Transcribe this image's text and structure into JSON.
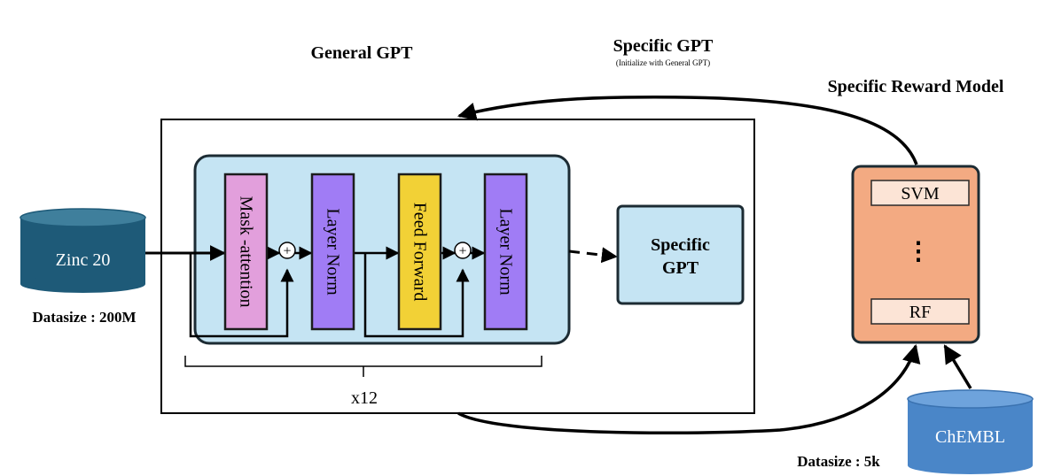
{
  "headings": {
    "general_gpt": "General GPT",
    "specific_gpt": "Specific GPT",
    "specific_gpt_note": "(Initialize with General GPT)",
    "reward_model": "Specific Reward Model"
  },
  "zinc": {
    "label": "Zinc 20",
    "datasize": "Datasize : 200M"
  },
  "transformer": {
    "blocks": [
      "Mask -attention",
      "Layer Norm",
      "Feed Forward",
      "Layer Norm"
    ],
    "add_symbol": "+",
    "repeat": "x12"
  },
  "specific_gpt_box": {
    "line1": "Specific",
    "line2": "GPT"
  },
  "reward": {
    "svm": "SVM",
    "ellipsis": "⋮",
    "rf": "RF"
  },
  "chembl": {
    "label": "ChEMBL",
    "datasize": "Datasize : 5k"
  },
  "colors": {
    "cylinder": "#1e5a78",
    "cylinder_top": "#3f7f9c",
    "chembl": "#4a86c8",
    "chembl_top": "#6ea3dc",
    "inner_panel": "#c5e4f3",
    "mask_attention": "#e29fdc",
    "layer_norm": "#a07cf5",
    "feed_forward": "#f2d136",
    "reward_panel": "#f3aa82",
    "reward_item": "#fce4d6"
  }
}
